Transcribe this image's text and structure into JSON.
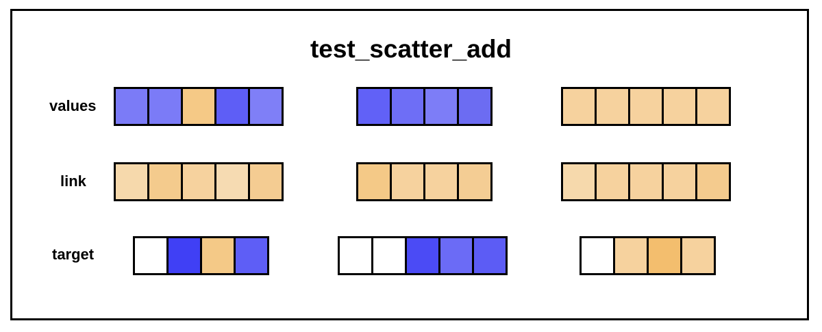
{
  "title": "test_scatter_add",
  "rows": [
    {
      "label": "values",
      "groups": [
        [
          "#7b7bf7",
          "#7b7bf7",
          "#f5c986",
          "#5e5ef6",
          "#7f7ff7"
        ],
        [
          "#6161f7",
          "#6e6ef6",
          "#7d7df7",
          "#6c6cf2"
        ],
        [
          "#f6d29e",
          "#f6d29e",
          "#f6d29e",
          "#f6d29e",
          "#f6d29e"
        ]
      ]
    },
    {
      "label": "link",
      "groups": [
        [
          "#f6d9ac",
          "#f4cb8d",
          "#f6d29e",
          "#f6dbb2",
          "#f4cc92"
        ],
        [
          "#f4c987",
          "#f6d29e",
          "#f6d29e",
          "#f4cd94"
        ],
        [
          "#f6d9ac",
          "#f6d29e",
          "#f6d29e",
          "#f6d29e",
          "#f4cb8e"
        ]
      ]
    },
    {
      "label": "target",
      "groups": [
        [
          "#ffffff",
          "#4040f5",
          "#f4c987",
          "#5e5ef6"
        ],
        [
          "#ffffff",
          "#ffffff",
          "#4b4bf5",
          "#6b6bf6",
          "#5c5cf5"
        ],
        [
          "#ffffff",
          "#f6d29e",
          "#f3be6e",
          "#f6d29e"
        ]
      ]
    }
  ]
}
